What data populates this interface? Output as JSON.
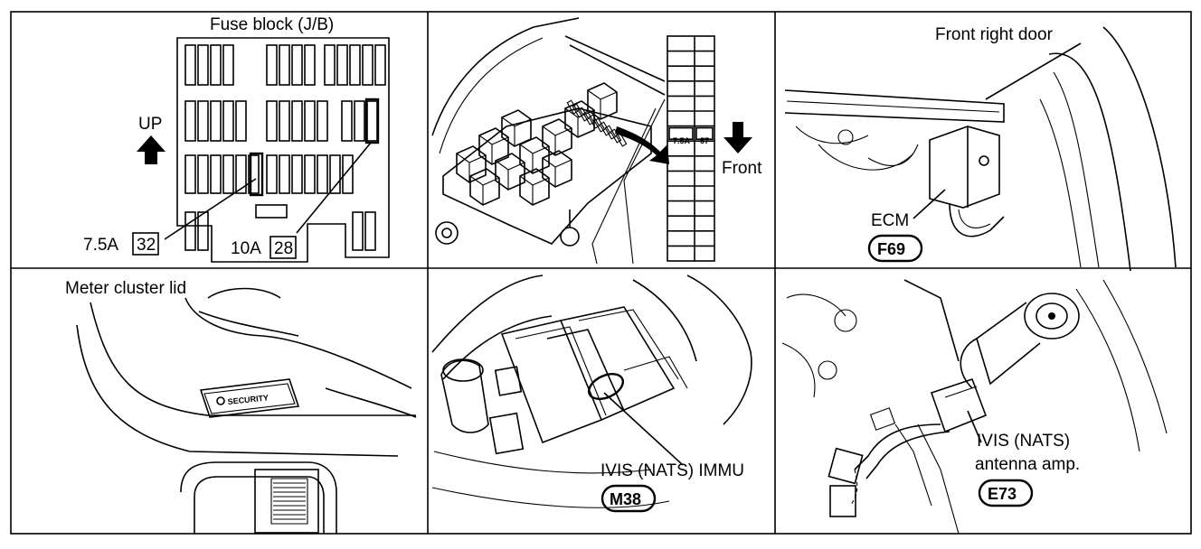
{
  "panels": {
    "fuse_block": {
      "title": "Fuse block (J/B)",
      "direction": "UP",
      "fuse_a_rating": "7.5A",
      "fuse_a_number": "32",
      "fuse_b_rating": "10A",
      "fuse_b_number": "28"
    },
    "engine_bay": {
      "fuse_rating": "7.5A",
      "fuse_number": "57",
      "direction": "Front"
    },
    "ecm": {
      "location": "Front right door",
      "part": "ECM",
      "connector": "F69"
    },
    "meter_cluster": {
      "title": "Meter cluster lid",
      "indicator": "SECURITY"
    },
    "immu": {
      "part": "IVIS (NATS) IMMU",
      "connector": "M38"
    },
    "antenna": {
      "part_line1": "IVIS (NATS)",
      "part_line2": "antenna amp.",
      "connector": "E73"
    }
  }
}
